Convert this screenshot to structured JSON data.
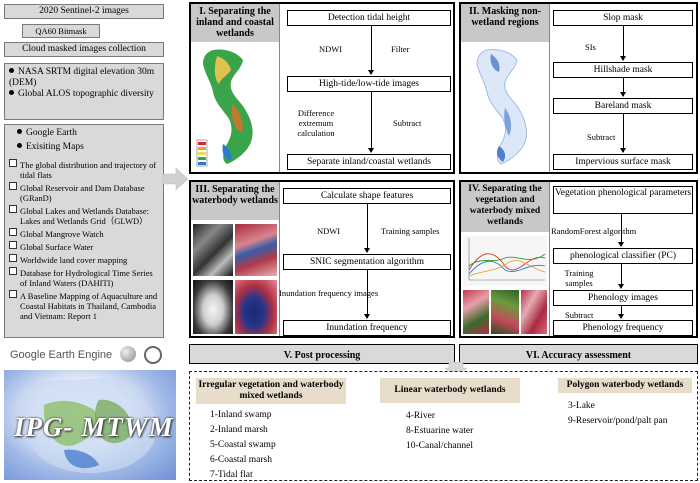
{
  "left": {
    "s2": "2020 Sentinel-2 images",
    "qa60": "QA60 Bitmask",
    "cloud": "Cloud masked images collection",
    "dem1": "NASA SRTM digital elevation 30m (DEM)",
    "dem2": "Global ALOS topographic diversity",
    "ge": "Google Earth",
    "maps": "Exisiting Maps",
    "refs": [
      "The global distribution and trajectory of tidal flats",
      "Global Reservoir and Dam Database (GRanD)",
      "Global Lakes and Wetlands Database: Lakes and Wetlands Grid（GLWD）",
      "Global Mangrove Watch",
      "Global Surface Water",
      "Worldwide land cover mapping",
      "Database for Hydrological Time Series of Inland Waters (DAHITI)",
      "A Baseline Mapping of Aquaculture and Coastal Habitats in Thailand, Cambodia and Vietnam: Report 1"
    ],
    "gee": "Google Earth Engine",
    "logo": "IPG- MTWM"
  },
  "p1": {
    "title": "I. Separating the inland and coastal wetlands",
    "step1": "Detection tidal height",
    "ndwi": "NDWI",
    "filter": "Filter",
    "step2": "High-tide/low-tide images",
    "diff": "Difference extremum calculation",
    "subtract": "Subtract",
    "step3": "Separate inland/coastal wetlands"
  },
  "p2": {
    "title": "II. Masking non-wetland regions",
    "step1": "Slop mask",
    "sis": "SIs",
    "step2": "Hillshade mask",
    "step3": "Bareland mask",
    "subtract": "Subtract",
    "step4": "Impervious surface mask"
  },
  "p3": {
    "title": "III. Separating the waterbody wetlands",
    "step1": "Calculate shape features",
    "ndwi": "NDWI",
    "train": "Training samples",
    "step2": "SNIC segmentation algorithm",
    "inund": "Inundation  frequency images",
    "step3": "Inundation frequency"
  },
  "p4": {
    "title": "IV. Separating the vegetation and waterbody mixed wetlands",
    "step1": "Vegetation phenological parameters",
    "rf": "RandomForest algorithm",
    "step2": "phenological classifier (PC)",
    "train": "Training samples",
    "step3": "Phenology images",
    "subtract": "Subtract",
    "step4": "Phenology frequency"
  },
  "bottom": {
    "post": "V. Post processing",
    "acc": "VI. Accuracy assessment",
    "col1_title": "Irregular vegetation and waterbody mixed wetlands",
    "col1_items": [
      "1-Inland swamp",
      "2-Inland marsh",
      "5-Coastal swamp",
      "6-Coastal marsh",
      "7-Tidal flat"
    ],
    "col2_title": "Linear waterbody wetlands",
    "col2_items": [
      "4-River",
      "8-Estuarine water",
      "10-Canal/channel"
    ],
    "col3_title": "Polygon waterbody wetlands",
    "col3_items": [
      "3-Lake",
      "9-Reservoir/pond/palt pan"
    ]
  },
  "colors": {
    "title_bg": "#c8c8c8",
    "class_bg": "#e8dccb",
    "grey_box": "#d9d9d9"
  }
}
